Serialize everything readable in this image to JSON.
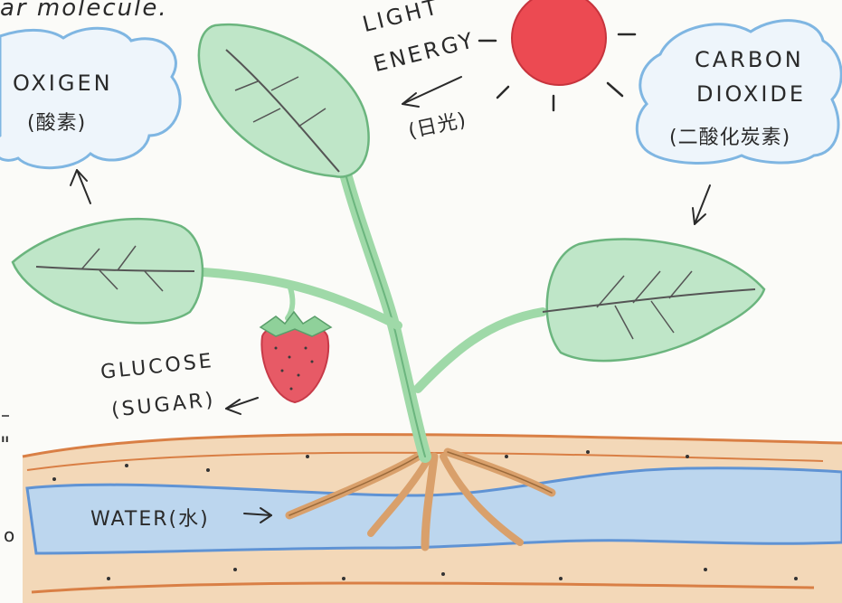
{
  "top_note": "ar molecule.",
  "oxygen": {
    "title": "OXIGEN",
    "sub": "(酸素)"
  },
  "light": {
    "line1": "LIGHT",
    "line2": "ENERGY",
    "sub": "(日光)"
  },
  "carbon_dioxide": {
    "line1": "CARBON",
    "line2": "DIOXIDE",
    "sub": "(二酸化炭素)"
  },
  "glucose": {
    "line1": "GLUCOSE",
    "line2": "(SUGAR)"
  },
  "water": {
    "label": "WATER(水)"
  },
  "margin_marks": {
    "quote": "\"",
    "zero": "o"
  },
  "colors": {
    "leaf": "#bfe6c8",
    "leaf_edge": "#6bb57e",
    "sun": "#ec4a52",
    "strawberry": "#e75a66",
    "soil": "#f3d8b8",
    "soil_edge": "#d97f45",
    "water": "#bcd6ee",
    "water_edge": "#5f93d4",
    "cloud_edge": "#7fb6e2",
    "root": "#d9a06b"
  }
}
